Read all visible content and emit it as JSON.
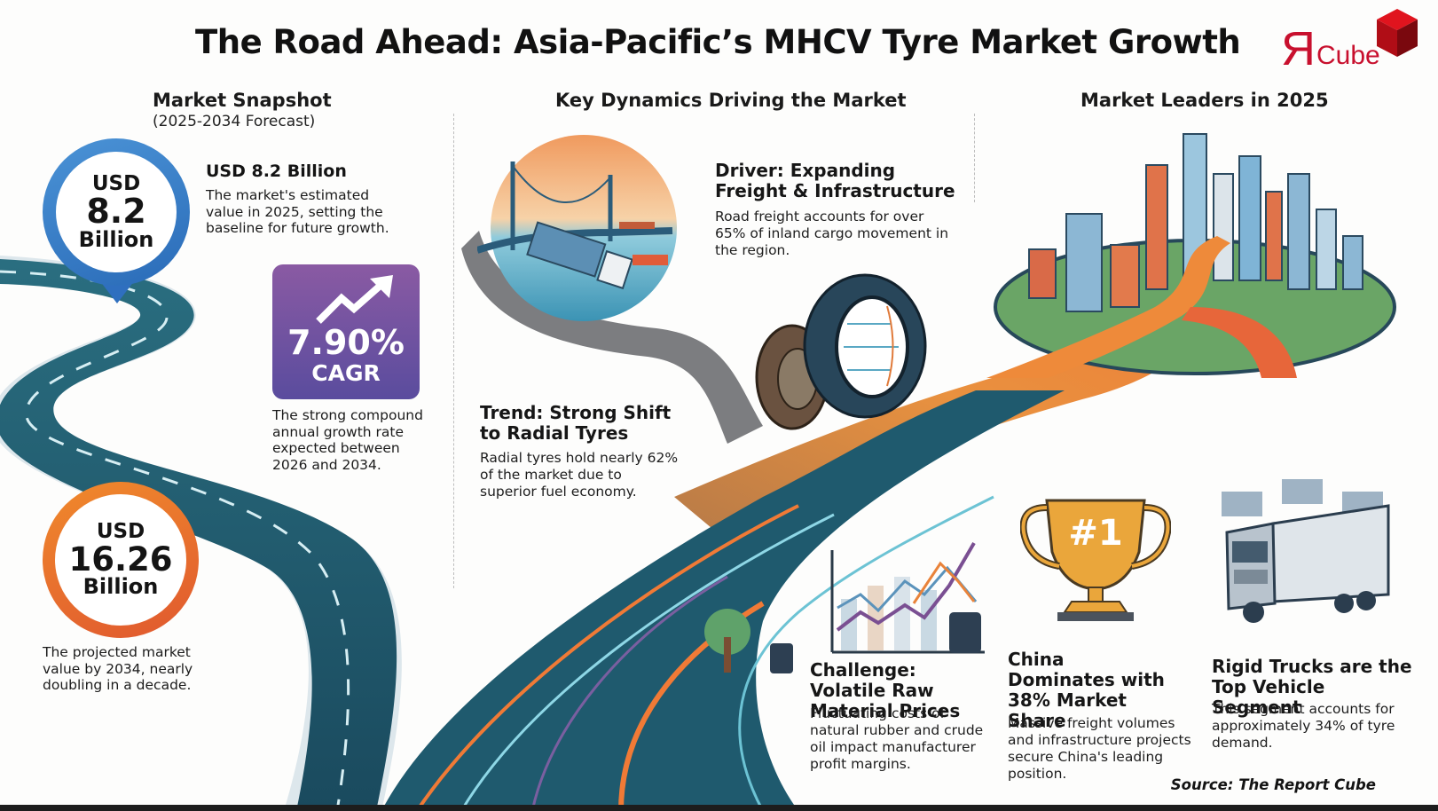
{
  "title": "The Road Ahead: Asia-Pacific’s MHCV Tyre Market Growth",
  "logo": {
    "mark": "R",
    "text": "Cube",
    "color": "#c8102e"
  },
  "sections": {
    "snapshot": {
      "heading": "Market Snapshot",
      "subheading": "(2025-2034 Forecast)"
    },
    "dynamics": {
      "heading": "Key Dynamics Driving the Market"
    },
    "leaders": {
      "heading": "Market Leaders in 2025"
    }
  },
  "snapshot": {
    "base": {
      "pin_currency": "USD",
      "pin_value": "8.2",
      "pin_unit": "Billion",
      "heading": "USD 8.2 Billion",
      "text": "The market's estimated value in 2025, setting the baseline for future growth.",
      "color": "#2f6fbf"
    },
    "cagr": {
      "value": "7.90%",
      "label": "CAGR",
      "text": "The strong compound annual growth rate expected between 2026 and 2034.",
      "color": "#6e52a1"
    },
    "forecast": {
      "ring_currency": "USD",
      "ring_value": "16.26",
      "ring_unit": "Billion",
      "text": "The projected market value by 2034, nearly doubling in a decade.",
      "color": "#e8692e"
    }
  },
  "dynamics": {
    "driver": {
      "heading": "Driver: Expanding Freight & Infrastructure",
      "text": "Road freight accounts for over 65% of inland cargo movement in the region."
    },
    "trend": {
      "heading": "Trend: Strong Shift to Radial Tyres",
      "text": "Radial tyres hold nearly 62% of the market due to superior fuel economy."
    },
    "challenge": {
      "heading": "Challenge: Volatile Raw Material Prices",
      "text": "Fluctuating costs of natural rubber and crude oil impact manufacturer profit margins."
    }
  },
  "leaders": {
    "region": {
      "badge": "#1",
      "heading": "China Dominates with 38% Market Share",
      "text": "Massive freight volumes and infrastructure projects secure China's leading position."
    },
    "segment": {
      "heading": "Rigid Trucks are the Top Vehicle Segment",
      "text": "This segment accounts for approximately 34% of tyre demand."
    }
  },
  "source": "Source: The Report Cube",
  "colors": {
    "road_teal": "#1f5a6e",
    "road_orange": "#e98a3c",
    "accent_blue": "#2f6fbf",
    "accent_purple": "#6e52a1",
    "accent_orange": "#e8692e",
    "trophy_gold": "#eaa63b"
  }
}
